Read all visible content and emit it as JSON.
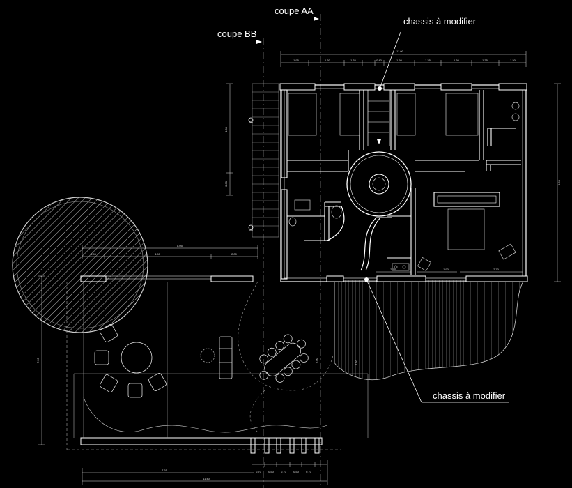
{
  "annotations": {
    "coupe_aa": "coupe AA",
    "coupe_bb": "coupe BB",
    "chassis_top": "chassis à modifier",
    "chassis_bottom": "chassis à modifier"
  },
  "dimensions": {
    "upper_total": "11.00",
    "upper_chain": [
      "1.95",
      "1.30",
      "1.35",
      "0.40",
      "1.30",
      "1.35",
      "1.30",
      "1.35",
      "1.20"
    ],
    "left_vertical": [
      "4.00",
      "0.60"
    ],
    "right_vertical": "8.60",
    "room_dims": [
      "2.15",
      "1.90",
      "2.70"
    ],
    "mid_total": "8.05",
    "mid_chain": [
      "1.55",
      "4.50",
      "2.00"
    ],
    "terrace_vertical_left": "7.55",
    "terrace_vertical_mid": "7.00",
    "terrace_vertical_right": "7.30",
    "bottom_chain": [
      "0.70",
      "0.50",
      "0.70",
      "0.50",
      "0.70"
    ],
    "bottom_left": "7.65",
    "bottom_total": "11.40"
  },
  "colors": {
    "background": "#000000",
    "lines": "#ffffff"
  }
}
